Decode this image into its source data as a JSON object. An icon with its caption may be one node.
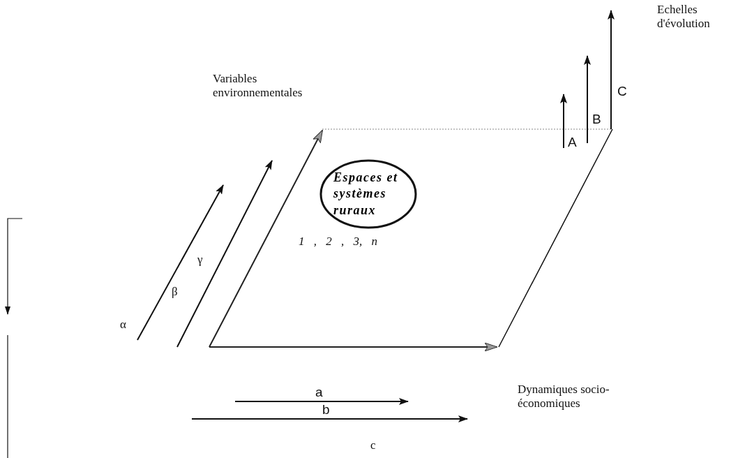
{
  "diagram": {
    "nodes": [
      {
        "text": [
          "Espaces et systèmes ruraux"
        ]
      }
    ],
    "labels": [
      "Echelles d'évolution",
      "Variables environnementales",
      "C",
      "B",
      "A",
      "γ",
      "β",
      "α",
      "1 , 2 , 3, n",
      "Dynamiques socio-économiques",
      "a",
      "b",
      "c"
    ]
  }
}
